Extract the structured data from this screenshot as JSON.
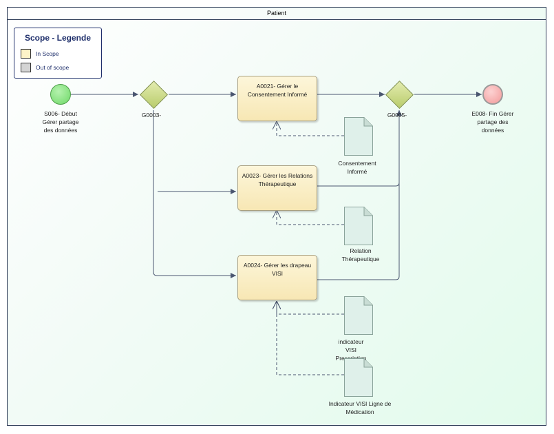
{
  "pool": {
    "title": "Patient"
  },
  "legend": {
    "title": "Scope - Legende",
    "items": [
      {
        "label": "In Scope",
        "color": "#fdf3c8"
      },
      {
        "label": "Out of scope",
        "color": "#d4d4d4"
      }
    ]
  },
  "events": {
    "start": {
      "label": "S006-  Début\nGérer partage\ndes données",
      "color": "#7fe07a"
    },
    "end": {
      "label": "E008-  Fin Gérer\npartage des\ndonnées",
      "color": "#f7b0b0"
    }
  },
  "gateways": {
    "split": {
      "label": "G0003-"
    },
    "join": {
      "label": "G0005-"
    }
  },
  "tasks": {
    "consent": {
      "label": "A0021-  Gérer le\nConsentement Informé"
    },
    "relations": {
      "label": "A0023-  Gérer les Relations\nThérapeutique"
    },
    "flag": {
      "label": "A0024-  Gérer les drapeau\nVISI"
    }
  },
  "documents": {
    "consent_doc": {
      "label": "Consentement\nInformé"
    },
    "relation_doc": {
      "label": "Relation\nThérapeutique"
    },
    "visi_prescription": {
      "label": "indicateur\nVISI\nPrescription"
    },
    "visi_medication": {
      "label": "Indicateur VISI Ligne de\nMédication"
    }
  }
}
